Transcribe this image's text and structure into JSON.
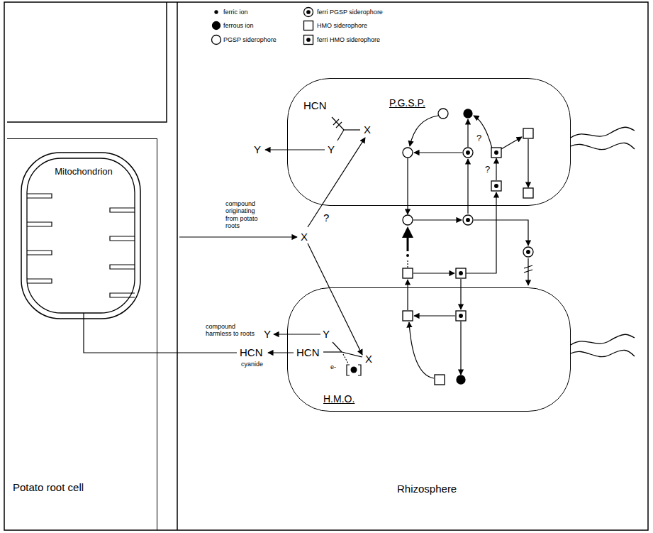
{
  "diagram": {
    "nodes": [
      {
        "text": [
          "Potato root cell"
        ]
      },
      {
        "text": [
          "Mitochondrion"
        ],
        "in": 0
      },
      {
        "text": [
          "P.G.S.P."
        ]
      },
      {
        "text": [
          "H.M.O."
        ]
      }
    ],
    "labels": [
      "?",
      "HCN",
      "X",
      "Y",
      "Y",
      "?",
      "?",
      "compound originating from potato roots",
      "X",
      "compound harmless to roots",
      "Y",
      "Y",
      "X",
      "HCN",
      "HCN",
      "cyanide",
      "e-",
      "Rhizosphere"
    ],
    "legend": [
      {
        "text": "ferric ion"
      },
      {
        "text": "ferrous ion"
      },
      {
        "text": "PGSP siderophore"
      },
      {
        "text": "ferri PGSP siderophore"
      },
      {
        "text": "HMO siderophore"
      },
      {
        "text": "ferri HMO siderophore"
      }
    ]
  }
}
